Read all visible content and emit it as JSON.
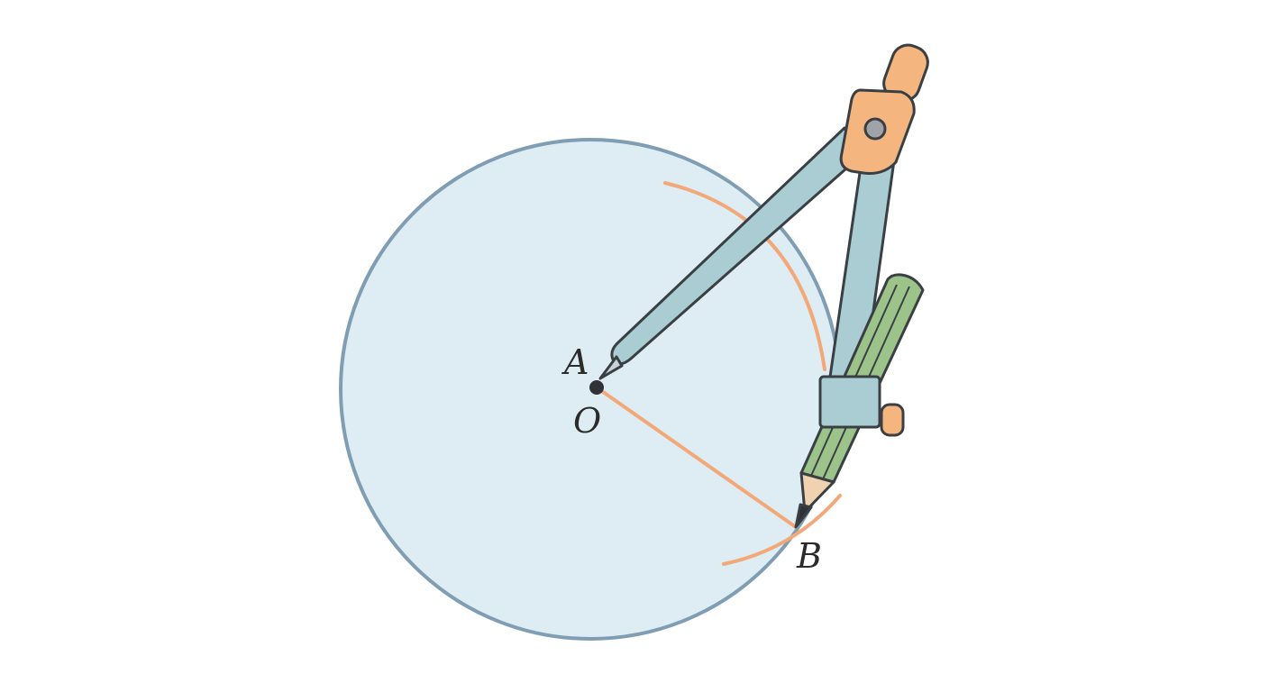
{
  "labels": {
    "point_a": "A",
    "point_o": "O",
    "point_b": "B"
  },
  "colors": {
    "background": "#ffffff",
    "circle_fill": "#deedf3",
    "circle_stroke": "#7f9db3",
    "construction_arc": "#f2a878",
    "compass_leg": "#a9cdd2",
    "compass_hinge": "#f4b67e",
    "pencil_body": "#9cc48a",
    "pencil_wood": "#f0d2b0",
    "outline": "#3a3f44"
  },
  "icons": [
    "compass-icon",
    "pencil-icon"
  ]
}
